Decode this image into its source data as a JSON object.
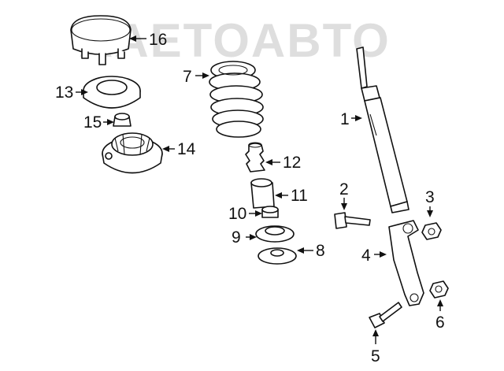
{
  "watermark": {
    "text": "AAETOABTO"
  },
  "callouts": {
    "c1": "1",
    "c2": "2",
    "c3": "3",
    "c4": "4",
    "c5": "5",
    "c6": "6",
    "c7": "7",
    "c8": "8",
    "c9": "9",
    "c10": "10",
    "c11": "11",
    "c12": "12",
    "c13": "13",
    "c14": "14",
    "c15": "15",
    "c16": "16"
  },
  "colors": {
    "line": "#111111",
    "background": "#ffffff",
    "watermark": "#d9d9d9"
  }
}
